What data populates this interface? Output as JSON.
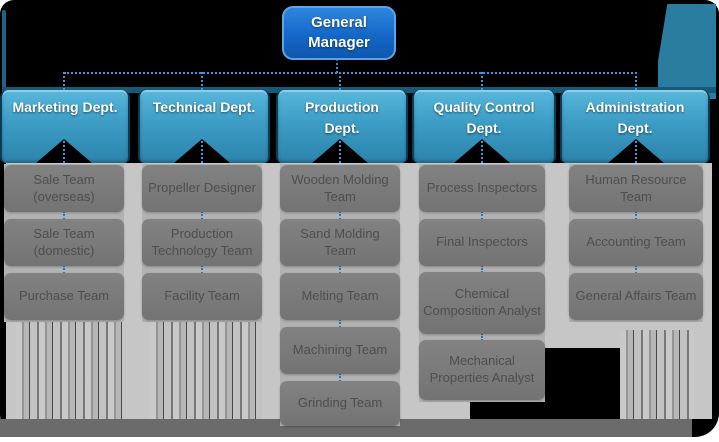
{
  "chart": {
    "type": "org-chart",
    "root": {
      "label": "General Manager"
    },
    "departments": [
      {
        "label": "Marketing Dept.",
        "teams": [
          "Sale Team (overseas)",
          "Sale Team (domestic)",
          "Purchase Team"
        ]
      },
      {
        "label": "Technical Dept.",
        "teams": [
          "Propeller Designer",
          "Production Technology Team",
          "Facility Team"
        ]
      },
      {
        "label": "Production Dept.",
        "teams": [
          "Wooden Molding Team",
          "Sand Molding Team",
          "Melting Team",
          "Machining Team",
          "Grinding Team"
        ]
      },
      {
        "label": "Quality Control Dept.",
        "teams": [
          "Process Inspectors",
          "Final Inspectors",
          "Chemical Composition Analyst",
          "Mechanical Properties Analyst"
        ]
      },
      {
        "label": "Administration Dept.",
        "teams": [
          "Human Resource Team",
          "Accounting Team",
          "General Affairs Team"
        ]
      }
    ],
    "palette": {
      "background": "#000000",
      "page": "#ffffff",
      "gm_box_blue": "#1467c8",
      "gm_border_blue": "#5ea4e6",
      "dept_teal_light": "#57b7dc",
      "dept_teal_dark": "#2b84ac",
      "frame_teal": "#155a78",
      "team_gray": "#7a7a7a",
      "team_text_gray": "#4e4e4e",
      "band_gray": "#c6c6c6",
      "bottom_bar_gray": "#6b6b6b",
      "connector_blue": "#4296d8"
    }
  }
}
